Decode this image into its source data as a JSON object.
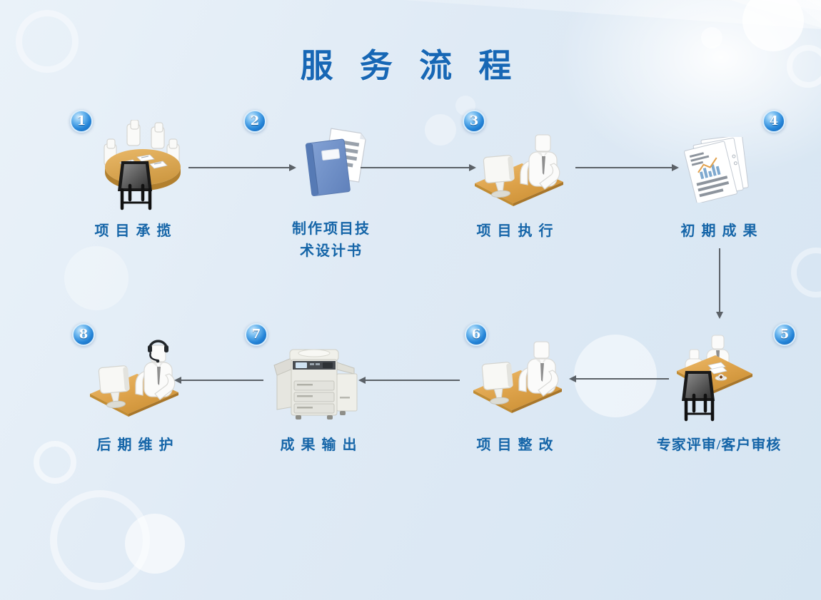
{
  "title": "服 务 流 程",
  "steps": [
    {
      "number": "1",
      "label": "项 目 承 揽",
      "icon": "meeting-table-icon"
    },
    {
      "number": "2",
      "label": "制作项目技术设计书",
      "label_line1": "制作项目技",
      "label_line2": "术设计书",
      "icon": "design-document-book-icon"
    },
    {
      "number": "3",
      "label": "项 目 执 行",
      "icon": "person-at-computer-icon"
    },
    {
      "number": "4",
      "label": "初 期 成 果",
      "icon": "report-documents-icon"
    },
    {
      "number": "5",
      "label": "专家评审/客户审核",
      "icon": "review-meeting-icon"
    },
    {
      "number": "6",
      "label": "项 目 整 改",
      "icon": "person-at-computer-icon"
    },
    {
      "number": "7",
      "label": "成 果 输 出",
      "icon": "printer-icon"
    },
    {
      "number": "8",
      "label": "后 期 维 护",
      "icon": "support-agent-icon"
    }
  ],
  "arrows": [
    {
      "from": "1",
      "to": "2",
      "direction": "right"
    },
    {
      "from": "2",
      "to": "3",
      "direction": "right"
    },
    {
      "from": "3",
      "to": "4",
      "direction": "right"
    },
    {
      "from": "4",
      "to": "5",
      "direction": "down"
    },
    {
      "from": "5",
      "to": "6",
      "direction": "left"
    },
    {
      "from": "6",
      "to": "7",
      "direction": "left"
    },
    {
      "from": "7",
      "to": "8",
      "direction": "left"
    }
  ],
  "colors": {
    "title_text": "#1767b5",
    "label_text": "#1565a8",
    "arrow": "#5b6167",
    "badge_blue": "#1e78cf",
    "desk_wood": "#d99f46",
    "book_blue": "#7094cb",
    "background": "#dde9f4"
  }
}
